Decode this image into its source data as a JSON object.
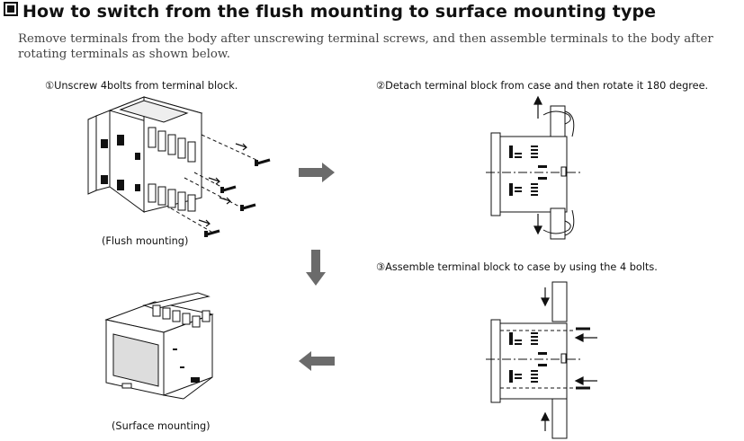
{
  "title": "How to switch from the flush mounting to surface mounting type",
  "description": "Remove terminals from the body after unscrewing terminal screws, and then assemble terminals to the body after rotating terminals as shown below.",
  "steps": {
    "step1": "①Unscrew 4bolts from terminal block.",
    "step2": "②Detach terminal block from case and then rotate it 180 degree.",
    "step3": "③Assemble terminal block to case by using the 4 bolts."
  },
  "captions": {
    "flush": "(Flush mounting)",
    "surface": "(Surface mounting)"
  },
  "colors": {
    "arrow": "#6b6b6b",
    "line": "#222222"
  }
}
